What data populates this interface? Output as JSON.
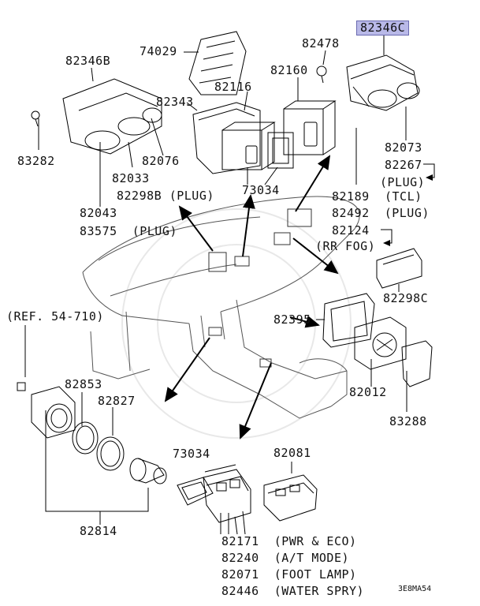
{
  "parts": {
    "p82346C": "82346C",
    "p82478": "82478",
    "p74029": "74029",
    "p82346B": "82346B",
    "p82160": "82160",
    "p82116": "82116",
    "p82343": "82343",
    "p83282": "83282",
    "p82076": "82076",
    "p82033": "82033",
    "p82298B": "82298B (PLUG)",
    "p73034a": "73034",
    "p82043": "82043",
    "p83575": "83575  (PLUG)",
    "p82073": "82073",
    "p82267": "82267",
    "plug_tcl": "(PLUG)",
    "tcl": "(TCL)",
    "p82189": "82189",
    "p82492": "82492  (PLUG)",
    "p82124": "82124",
    "rrfog": "(RR FOG)",
    "p82298C": "82298C",
    "p82395": "82395",
    "ref": "(REF. 54-710)",
    "p82853": "82853",
    "p82827": "82827",
    "p82012": "82012",
    "p83288": "83288",
    "p73034b": "73034",
    "p82081": "82081",
    "p82814": "82814",
    "p82171": "82171  (PWR & ECO)",
    "p82240": "82240  (A/T MODE)",
    "p82071": "82071  (FOOT LAMP)",
    "p82446": "82446  (WATER SPRY)"
  },
  "diagram_code": "3E8MA54"
}
